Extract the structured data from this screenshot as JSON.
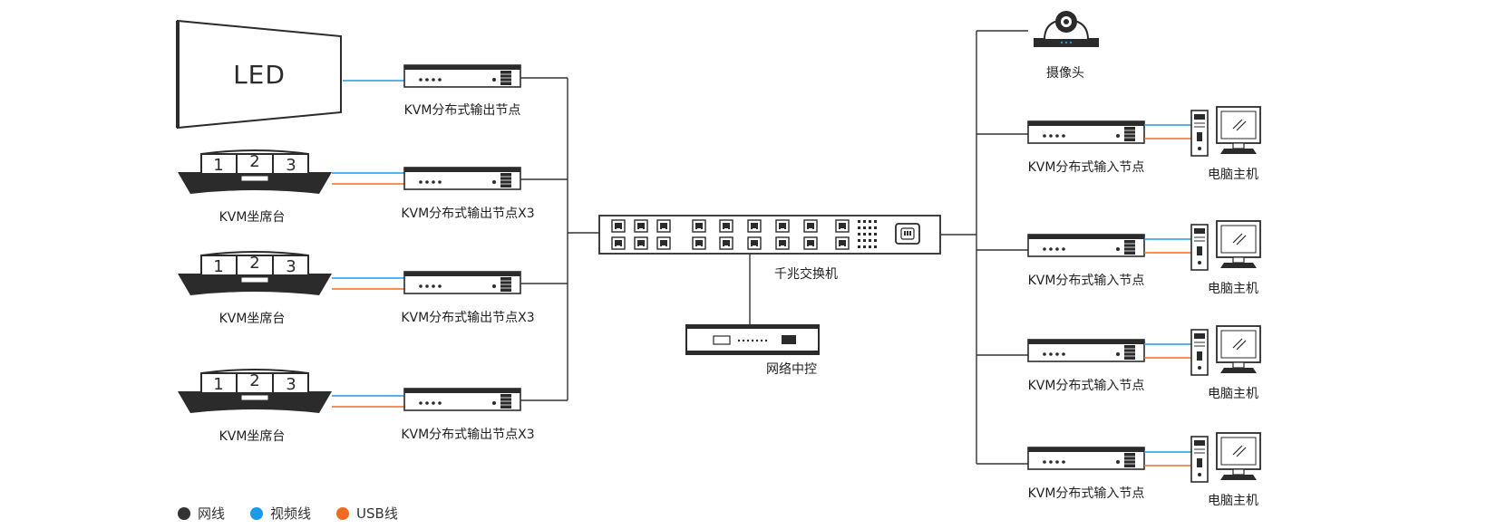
{
  "led_screen": {
    "text": "LED"
  },
  "output_nodes": [
    {
      "label": "KVM分布式输出节点"
    },
    {
      "label": "KVM分布式输出节点X3"
    },
    {
      "label": "KVM分布式输出节点X3"
    },
    {
      "label": "KVM分布式输出节点X3"
    }
  ],
  "consoles": [
    {
      "label": "KVM坐席台",
      "screens": [
        "1",
        "2",
        "3"
      ]
    },
    {
      "label": "KVM坐席台",
      "screens": [
        "1",
        "2",
        "3"
      ]
    },
    {
      "label": "KVM坐席台",
      "screens": [
        "1",
        "2",
        "3"
      ]
    }
  ],
  "switch": {
    "label": "千兆交换机"
  },
  "central_control": {
    "label": "网络中控"
  },
  "camera": {
    "label": "摄像头"
  },
  "input_nodes": [
    {
      "label": "KVM分布式输入节点",
      "computer": "电脑主机"
    },
    {
      "label": "KVM分布式输入节点",
      "computer": "电脑主机"
    },
    {
      "label": "KVM分布式输入节点",
      "computer": "电脑主机"
    },
    {
      "label": "KVM分布式输入节点",
      "computer": "电脑主机"
    }
  ],
  "legend": [
    {
      "label": "网线",
      "color": "#333333"
    },
    {
      "label": "视频线",
      "color": "#1a9bea"
    },
    {
      "label": "USB线",
      "color": "#f26b21"
    }
  ],
  "colors": {
    "network": "#333333",
    "video": "#1a9bea",
    "usb": "#f26b21",
    "device": "#2b2b2b"
  }
}
